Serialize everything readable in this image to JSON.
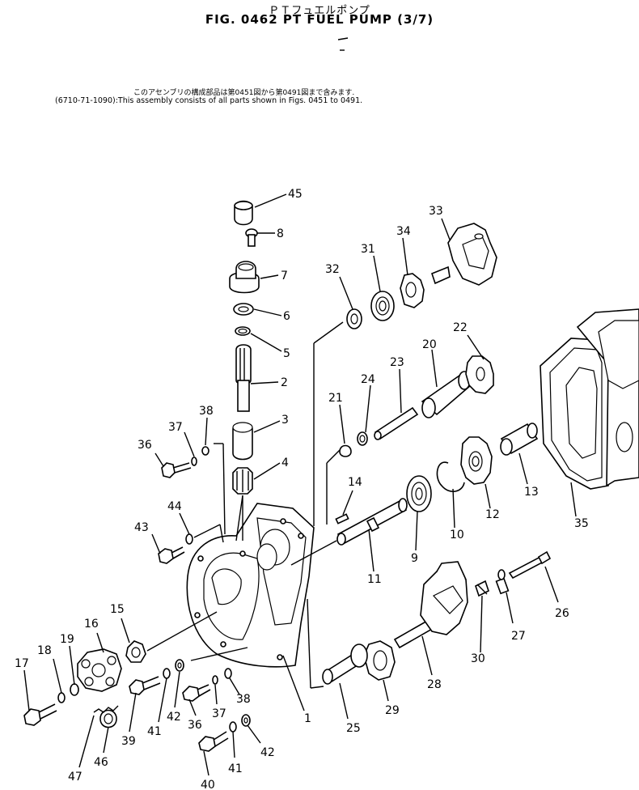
{
  "header": {
    "title_jp": "ＰＴフュエルポンプ",
    "title_en": "FIG. 0462  PT FUEL PUMP (3/7)",
    "note_jp": "このアセンブリの構成部品は第0451図から第0491図まで含みます.",
    "note_en": "(6710-71-1090):This assembly consists of all parts shown in Figs. 0451 to 0491."
  },
  "callouts": [
    "45",
    "8",
    "7",
    "6",
    "5",
    "2",
    "3",
    "4",
    "38",
    "37",
    "36",
    "44",
    "43",
    "33",
    "34",
    "31",
    "32",
    "22",
    "20",
    "23",
    "24",
    "21",
    "14",
    "10",
    "9",
    "12",
    "13",
    "35",
    "11",
    "26",
    "27",
    "30",
    "15",
    "16",
    "19",
    "18",
    "17",
    "39",
    "41",
    "42",
    "36",
    "37",
    "38",
    "1",
    "25",
    "29",
    "28",
    "47",
    "46",
    "40",
    "41",
    "42"
  ]
}
